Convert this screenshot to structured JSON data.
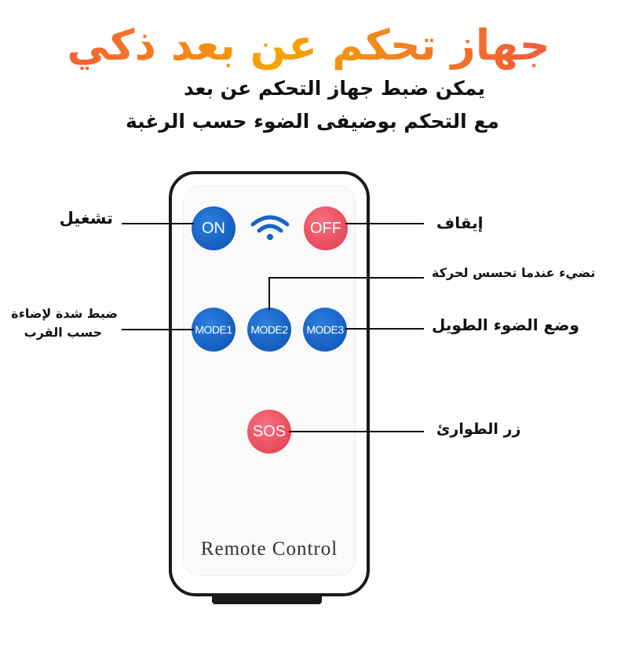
{
  "header": {
    "title": "جهاز تحكم عن بعد ذكي",
    "subtitle_line1": "يمكن ضبط جهاز التحكم عن بعد",
    "subtitle_line2": "مع التحكم بوضيفى الضوء  حسب الرغبة"
  },
  "remote": {
    "on_label": "ON",
    "off_label": "OFF",
    "mode1_label": "MODE1",
    "mode2_label": "MODE2",
    "mode3_label": "MODE3",
    "sos_label": "SOS",
    "brand_text": "Remote Control"
  },
  "callouts": {
    "on": "تشغيل",
    "off": "إيقاف",
    "mode2": "تضيء عندما تحسس لحركة",
    "mode1_line1": "ضبط شدة لإضاءة",
    "mode1_line2": "حسب القرب",
    "mode3": "وضع الضوء الطويل",
    "sos": "زر الطوارئ"
  },
  "colors": {
    "blue": "#1565c8",
    "red": "#e84a5a",
    "wifi": "#1565c8"
  }
}
